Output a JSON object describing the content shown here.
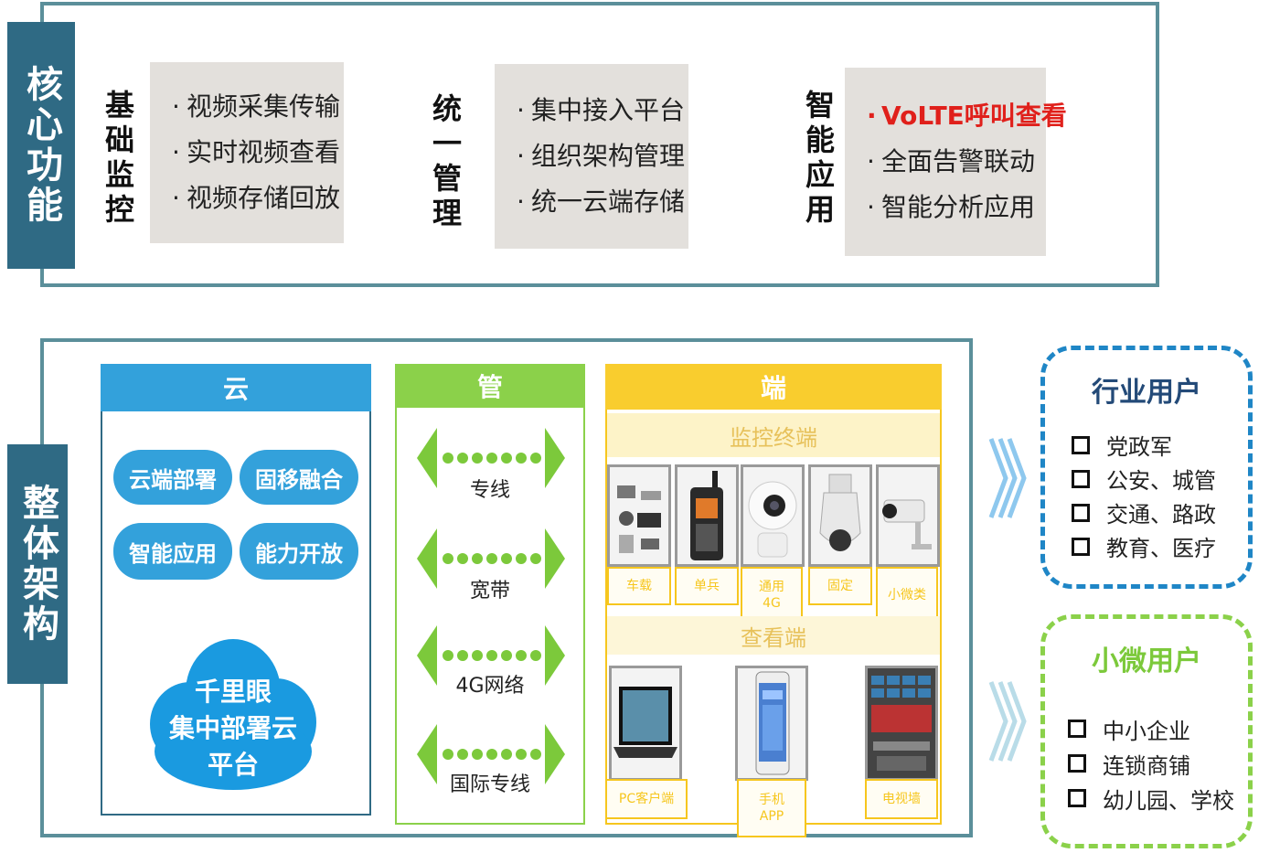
{
  "core": {
    "label": "核心功能",
    "groups": [
      {
        "title": "基础监控",
        "items": [
          "视频采集传输",
          "实时视频查看",
          "视频存储回放"
        ],
        "highlight_first": false
      },
      {
        "title": "统一管理",
        "items": [
          "集中接入平台",
          "组织架构管理",
          "统一云端存储"
        ],
        "highlight_first": false
      },
      {
        "title": "智能应用",
        "items": [
          "VoLTE呼叫查看",
          "全面告警联动",
          "智能分析应用"
        ],
        "highlight_first": true
      }
    ]
  },
  "architecture": {
    "label": "整体架构",
    "cloud": {
      "header": "云",
      "pills": [
        "云端部署",
        "固移融合",
        "智能应用",
        "能力开放"
      ],
      "cloud_lines": [
        "千里眼",
        "集中部署云",
        "平台"
      ]
    },
    "pipe": {
      "header": "管",
      "items": [
        "专线",
        "宽带",
        "4G网络",
        "国际专线"
      ]
    },
    "terminal": {
      "header": "端",
      "monitor_title": "监控终端",
      "monitor_items": [
        {
          "label": "车载",
          "icon": "vehicle-kit-icon"
        },
        {
          "label": "单兵",
          "icon": "handheld-radio-icon"
        },
        {
          "label": "通用4G",
          "icon": "dome-camera-icon"
        },
        {
          "label": "固定",
          "icon": "ptz-camera-icon"
        },
        {
          "label": "小微类",
          "icon": "bullet-camera-icon"
        }
      ],
      "viewer_title": "查看端",
      "viewer_items": [
        {
          "label": "PC客户端",
          "icon": "laptop-icon"
        },
        {
          "label": "手机APP",
          "icon": "phone-icon"
        },
        {
          "label": "电视墙",
          "icon": "video-wall-icon"
        }
      ]
    }
  },
  "users": {
    "industry": {
      "title": "行业用户",
      "items": [
        "党政军",
        "公安、城管",
        "交通、路政",
        "教育、医疗"
      ]
    },
    "micro": {
      "title": "小微用户",
      "items": [
        "中小企业",
        "连锁商铺",
        "幼儿园、学校"
      ]
    }
  },
  "colors": {
    "core_blue": "#2f6a84",
    "cloud_blue": "#33a1db",
    "pipe_green": "#8bd14a",
    "terminal_yellow": "#f6c61e",
    "highlight_red": "#e0201b"
  }
}
